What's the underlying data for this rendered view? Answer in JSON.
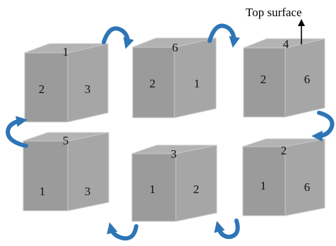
{
  "annotation": {
    "top_surface_label": "Top surface"
  },
  "colors": {
    "cube_top": "#b3b3b3",
    "cube_front": "#9b9b9b",
    "cube_right": "#a6a6a6",
    "cube_edge": "#c8c8c8",
    "arrow": "#2e75b6",
    "arrow_outline": "#1f5a91"
  },
  "cubes": [
    {
      "id": "cube-1",
      "top": "1",
      "front": "2",
      "right": "3"
    },
    {
      "id": "cube-2",
      "top": "6",
      "front": "2",
      "right": "1"
    },
    {
      "id": "cube-3",
      "top": "4",
      "front": "2",
      "right": "6"
    },
    {
      "id": "cube-4",
      "top": "2",
      "front": "1",
      "right": "6"
    },
    {
      "id": "cube-5",
      "top": "3",
      "front": "1",
      "right": "2"
    },
    {
      "id": "cube-6",
      "top": "5",
      "front": "1",
      "right": "3"
    }
  ],
  "rotation_arrows": [
    {
      "id": "arrow-1-to-2",
      "icon": "curved-arrow-right-icon"
    },
    {
      "id": "arrow-2-to-3",
      "icon": "curved-arrow-right-icon"
    },
    {
      "id": "arrow-3-to-4",
      "icon": "curved-arrow-down-icon"
    },
    {
      "id": "arrow-4-to-5",
      "icon": "curved-arrow-left-icon"
    },
    {
      "id": "arrow-5-to-6",
      "icon": "curved-arrow-left-icon"
    },
    {
      "id": "arrow-6-to-1",
      "icon": "curved-arrow-up-icon"
    }
  ]
}
